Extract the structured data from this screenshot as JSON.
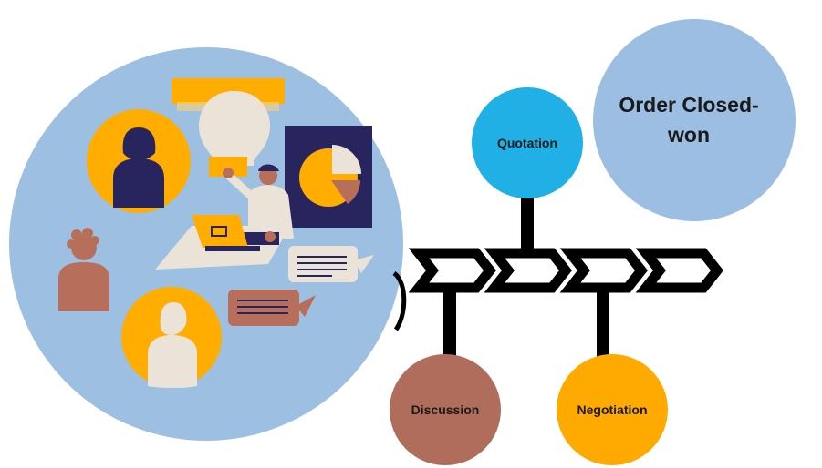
{
  "diagram": {
    "stages": [
      {
        "label": "Discussion",
        "color": "#b06d5c"
      },
      {
        "label": "Quotation",
        "color": "#20b0e6"
      },
      {
        "label": "Negotiation",
        "color": "#ffaa00"
      },
      {
        "label": "Order Closed-\nwon",
        "color": "#9dbee3"
      }
    ]
  },
  "illustration": {
    "icons": [
      "team-meeting-illustration",
      "lightbulb-icon",
      "pie-chart-icon",
      "laptop-icon",
      "chat-bubble-icon"
    ],
    "colors": {
      "circle": "#9cbfe2",
      "navy": "#28245e",
      "gold": "#ffad00",
      "cream": "#ece3d8",
      "clay": "#b76f5c"
    }
  },
  "timeline": {
    "arrow_count": 4,
    "color": "#000000"
  }
}
